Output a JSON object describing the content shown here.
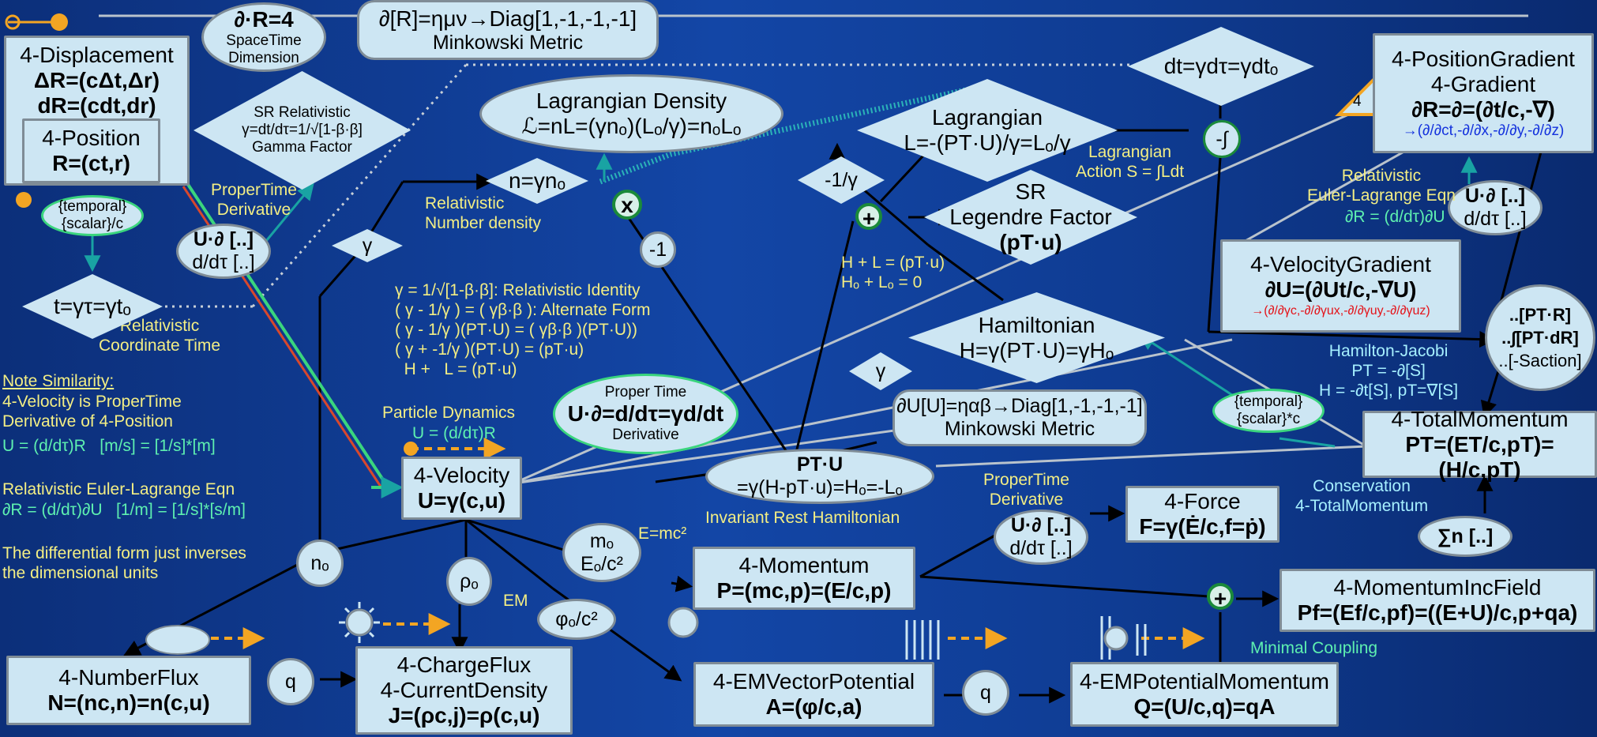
{
  "nodes": {
    "displacement": {
      "l1": "4-Displacement",
      "l2": "ΔR=(cΔt,Δr)",
      "l3": "dR=(cdt,dr)"
    },
    "position": {
      "l1": "4-Position",
      "l2": "R=(ct,r)"
    },
    "spacetime": {
      "l1": "∂·R=4",
      "l2": "SpaceTime",
      "l3": "Dimension"
    },
    "minkowski_top": {
      "l1": "∂[R]=ημν→Diag[1,-1,-1,-1]",
      "l2": "Minkowski Metric"
    },
    "gamma_factor": {
      "l1": "SR Relativistic",
      "l2": "γ=dt/dτ=1/√[1-β·β]",
      "l3": "Gamma Factor"
    },
    "lagr_density": {
      "l1": "Lagrangian Density",
      "l2": "ℒ=nL=(γnₒ)(Lₒ/γ)=nₒLₒ"
    },
    "lagrangian": {
      "l1": "Lagrangian",
      "l2": "L=-(PT·U)/γ=Lₒ/γ"
    },
    "dt_node": {
      "l1": "dt=γdτ=γdtₒ"
    },
    "pos_gradient": {
      "l1": "4-PositionGradient",
      "l2": "4-Gradient",
      "l3": "∂R=∂=(∂t/c,-∇)",
      "l4": "→(∂/∂ct,-∂/∂x,-∂/∂y,-∂/∂z)"
    },
    "temporal1": {
      "l1": "{temporal}",
      "l2": "{scalar}/c"
    },
    "temporal2": {
      "l1": "{temporal}",
      "l2": "{scalar}*c"
    },
    "udel1": {
      "l1": "U·∂ [..]",
      "l2": "d/dτ [..]"
    },
    "udel2": {
      "l1": "U·∂ [..]",
      "l2": "d/dτ [..]"
    },
    "udel3": {
      "l1": "U·∂ [..]",
      "l2": "d/dτ [..]"
    },
    "coord_time": {
      "l1": "t=γτ=γtₒ"
    },
    "gamma1": {
      "l1": "γ"
    },
    "gamma2": {
      "l1": "γ"
    },
    "n_node": {
      "l1": "n=γnₒ"
    },
    "inv_gamma": {
      "l1": "-1/γ"
    },
    "neg_int": {
      "l1": "-∫"
    },
    "neg_one": {
      "l1": "-1"
    },
    "legendre": {
      "l1": "SR",
      "l2": "Legendre Factor",
      "l3": "(pT·u)"
    },
    "vel_gradient": {
      "l1": "4-VelocityGradient",
      "l2": "∂U=(∂Ut/c,-∇U)",
      "l3": "→(∂/∂γc,-∂/∂γux,-∂/∂γuy,-∂/∂γuz)"
    },
    "hamiltonian": {
      "l1": "Hamiltonian",
      "l2": "H=γ(PT·U)=γHₒ"
    },
    "hj_box": {
      "l1": "..[PT·R]",
      "l2": "..∫[PT·dR]",
      "l3": "..[-Saction]"
    },
    "proper_time": {
      "l1": "Proper Time",
      "l2": "U·∂=d/dτ=γd/dt",
      "l3": "Derivative"
    },
    "minkowski_u": {
      "l1": "∂U[U]=ηαβ→Diag[1,-1,-1,-1]",
      "l2": "Minkowski Metric"
    },
    "total_momentum": {
      "l1": "4-TotalMomentum",
      "l2": "PT=(ET/c,pT)=(H/c,pT)"
    },
    "velocity": {
      "l1": "4-Velocity",
      "l2": "U=γ(c,u)"
    },
    "ptu": {
      "l1": "PT·U",
      "l2": "=γ(H-pT·u)=Hₒ=-Lₒ"
    },
    "force": {
      "l1": "4-Force",
      "l2": "F=γ(Ė/c,f=ṗ)"
    },
    "sum": {
      "l1": "∑n [..]"
    },
    "momentum": {
      "l1": "4-Momentum",
      "l2": "P=(mc,p)=(E/c,p)"
    },
    "mom_inc": {
      "l1": "4-MomentumIncField",
      "l2": "Pf=(Ef/c,pf)=((E+U)/c,p+qa)"
    },
    "mass": {
      "l1": "mₒ",
      "l2": "Eₒ/c²"
    },
    "n0": {
      "l1": "nₒ"
    },
    "rho0": {
      "l1": "ρₒ"
    },
    "phi": {
      "l1": "φₒ/c²"
    },
    "q1": {
      "l1": "q"
    },
    "q2": {
      "l1": "q"
    },
    "number_flux": {
      "l1": "4-NumberFlux",
      "l2": "N=(nc,n)=n(c,u)"
    },
    "charge_flux": {
      "l1": "4-ChargeFlux",
      "l2": "4-CurrentDensity",
      "l3": "J=(ρc,j)=ρ(c,u)"
    },
    "em_potential": {
      "l1": "4-EMVectorPotential",
      "l2": "A=(φ/c,a)"
    },
    "em_momentum": {
      "l1": "4-EMPotentialMomentum",
      "l2": "Q=(U/c,q)=qA"
    },
    "four_tri": {
      "l1": "4"
    },
    "cross": {
      "l1": "x"
    },
    "plus1": {
      "l1": "+"
    },
    "plus2": {
      "l1": "+"
    }
  },
  "labels": {
    "propertime_deriv": "ProperTime\nDerivative",
    "rel_number_density": "Relativistic\nNumber density",
    "rel_coord_time": "Relativistic\nCoordinate Time",
    "lagr_action": "Lagrangian\nAction S = ∫Ldt",
    "rel_euler": "Relativistic\nEuler-Lagrange Eqn",
    "rel_euler_eq": "∂R = (d/dτ)∂U",
    "identity": "γ = 1/√[1-β·β]: Relativistic Identity\n( γ - 1/γ ) = ( γβ·β ): Alternate Form\n( γ - 1/γ )(PT·U) = ( γβ·β )(PT·U))\n( γ + -1/γ )(PT·U) = (pT·u)\n  H +   L = (pT·u)",
    "hl": "H + L = (pT·u)\nHₒ + Lₒ = 0",
    "hamilton_jacobi": "Hamilton-Jacobi\nPT = -∂[S]\nH = -∂t[S], pT=∇[S]",
    "note_title": "Note Similarity:",
    "note": "4-Velocity is ProperTime\nDerivative of 4-Position",
    "note_eq": "U = (d/dτ)R   [m/s] = [1/s]*[m]",
    "rel_euler2": "Relativistic Euler-Lagrange Eqn",
    "rel_euler2_eq": "∂R = (d/dτ)∂U   [1/m] = [1/s]*[s/m]",
    "diff_form": "The differential form just inverses\nthe dimensional units",
    "particle_dyn": "Particle Dynamics",
    "particle_dyn_eq": "U = (d/dτ)R",
    "invariant": "Invariant Rest Hamiltonian",
    "propertime_deriv2": "ProperTime\nDerivative",
    "conservation": "Conservation\n4-TotalMomentum",
    "emc2": "E=mc²",
    "em": "EM",
    "minimal": "Minimal Coupling"
  },
  "colors": {
    "background": "#1346a6",
    "node_fill": "#cde6f3",
    "node_border": "#7f8c96",
    "blue": "#1533dd",
    "red": "#e4141a",
    "yellow": "#f3ee84",
    "green": "#5ef0b0",
    "orange": "#f3a523"
  }
}
